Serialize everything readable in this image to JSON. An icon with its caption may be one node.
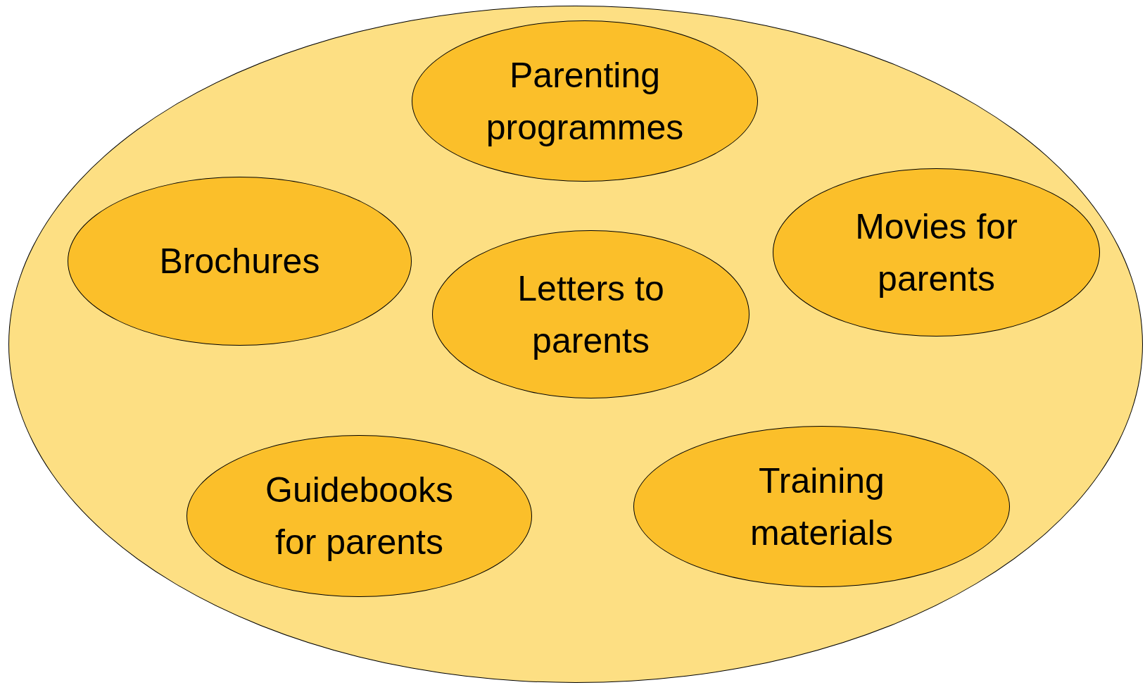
{
  "diagram": {
    "nodes": [
      {
        "text": [],
        "shape": "ellipse"
      },
      {
        "text": [
          "Parenting programmes"
        ],
        "in": 0
      },
      {
        "text": [
          "Brochures"
        ],
        "in": 0
      },
      {
        "text": [
          "Letters to parents"
        ],
        "in": 0
      },
      {
        "text": [
          "Movies for parents"
        ],
        "in": 0
      },
      {
        "text": [
          "Guidebooks for parents"
        ],
        "in": 0
      },
      {
        "text": [
          "Training materials"
        ],
        "in": 0
      }
    ]
  }
}
